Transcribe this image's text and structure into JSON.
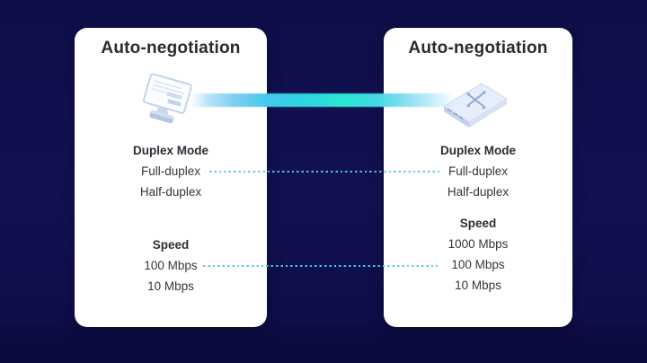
{
  "diagram": {
    "topic": "Ethernet auto-negotiation between a computer and a switch",
    "colors": {
      "background": "#0e0e4a",
      "card": "#ffffff",
      "title_text": "#2a2a33",
      "body_text": "#35353f",
      "band_cyan": "#2ce6d1",
      "band_blue": "#46c9ec",
      "dotted_line": "#58c7e7",
      "icon_fill": "#e6eefb",
      "icon_stroke": "#c3d3ed"
    },
    "left_card": {
      "title": "Auto-negotiation",
      "icon": "desktop-monitor",
      "duplex_heading": "Duplex Mode",
      "duplex_items": [
        "Full-duplex",
        "Half-duplex"
      ],
      "speed_heading": "Speed",
      "speed_items": [
        "100 Mbps",
        "10 Mbps"
      ]
    },
    "right_card": {
      "title": "Auto-negotiation",
      "icon": "network-switch",
      "duplex_heading": "Duplex Mode",
      "duplex_items": [
        "Full-duplex",
        "Half-duplex"
      ],
      "speed_heading": "Speed",
      "speed_items": [
        "1000 Mbps",
        "100 Mbps",
        "10 Mbps"
      ]
    },
    "connections": {
      "link_band": "cyan gradient link between monitor and switch",
      "matched_duplex": "Full-duplex",
      "matched_speed": "100 Mbps"
    }
  }
}
